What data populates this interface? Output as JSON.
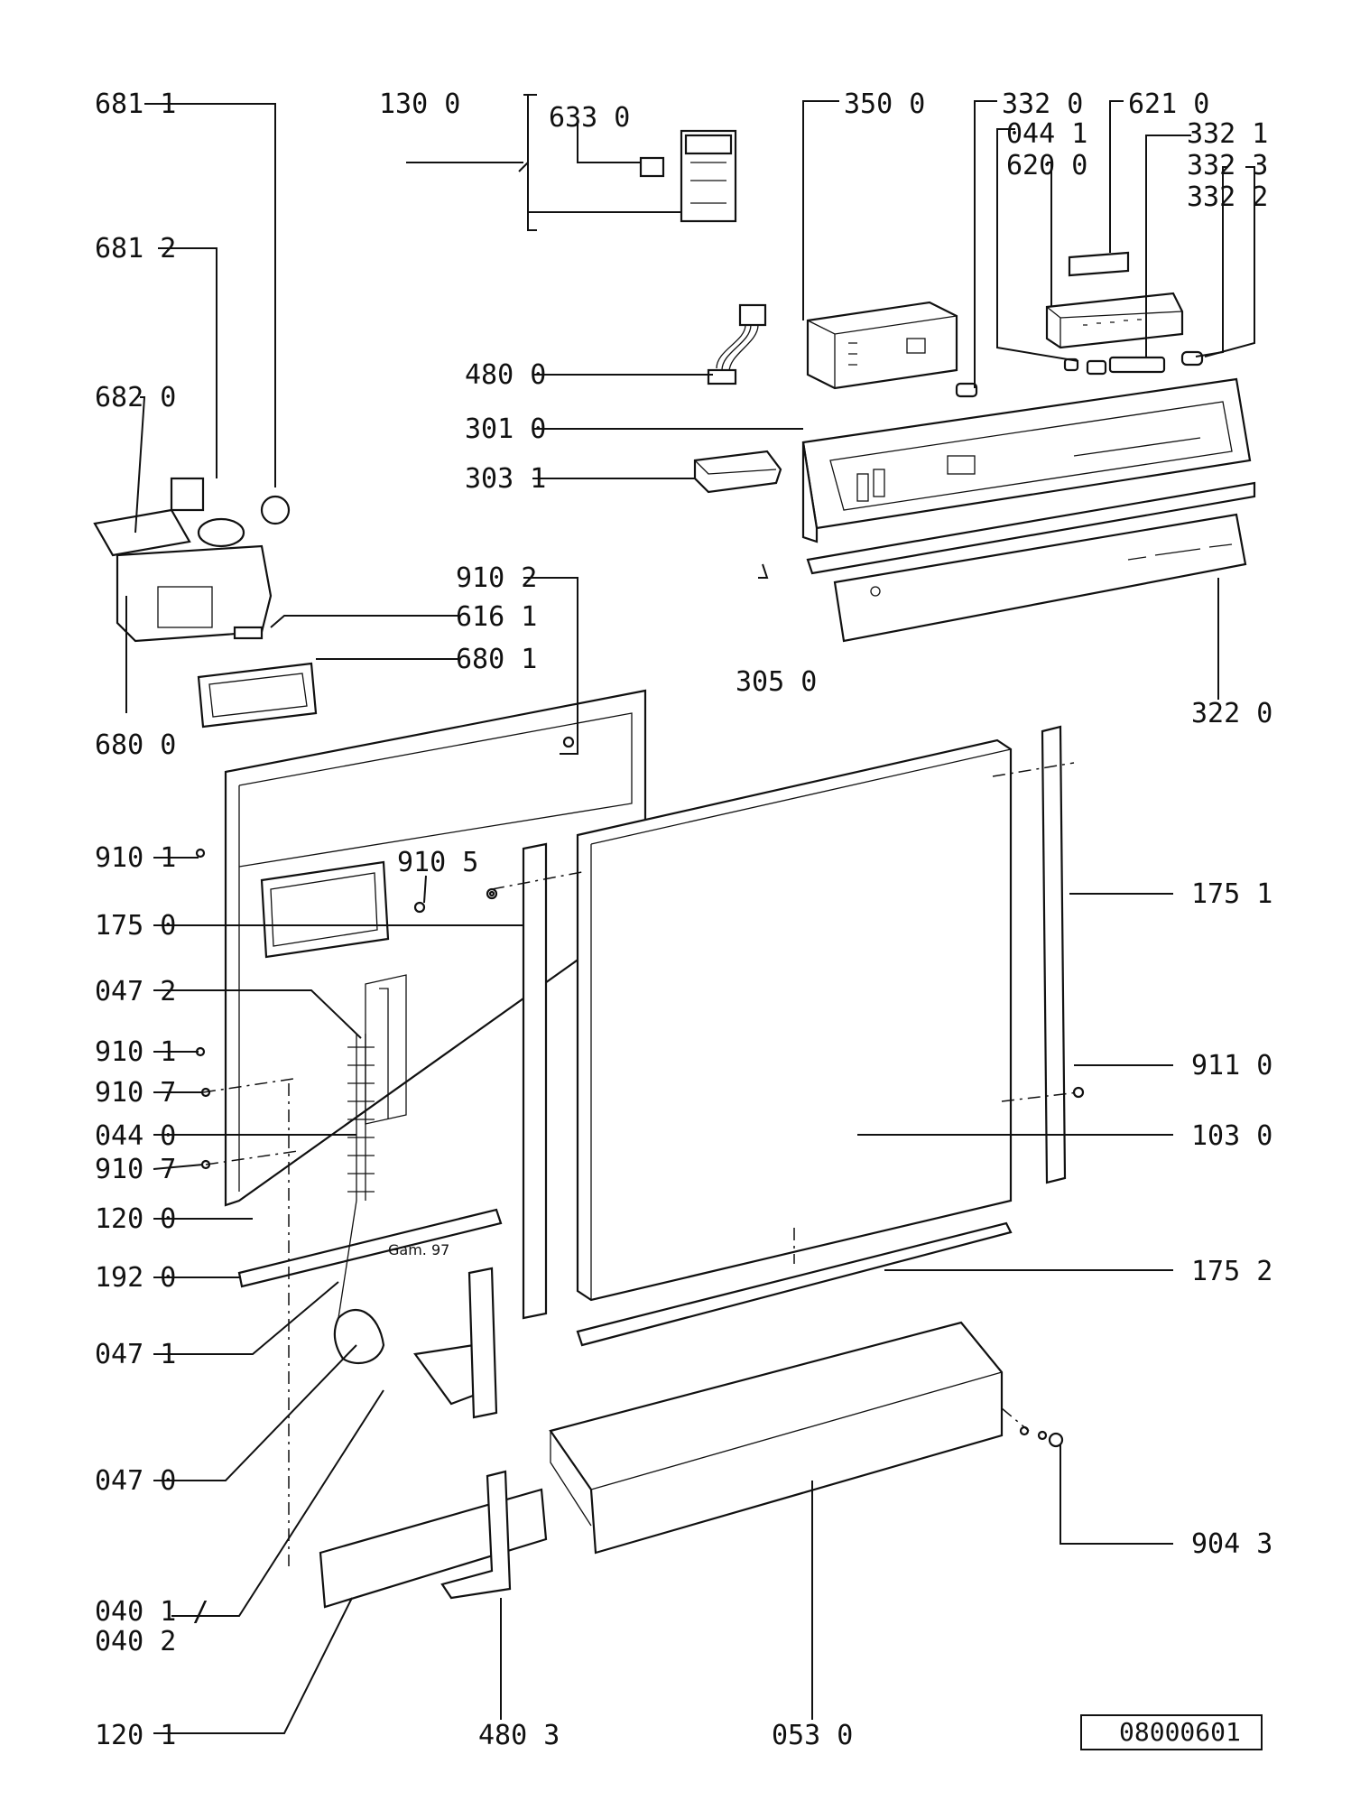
{
  "labels": {
    "l6811": "681 1",
    "l1300": "130 0",
    "l6330": "633 0",
    "l3500": "350 0",
    "l3320": "332 0",
    "l6210": "621 0",
    "l0441": "044 1",
    "l3321": "332 1",
    "l6200": "620 0",
    "l3323": "332 3",
    "l3322": "332 2",
    "l6812": "681 2",
    "l6820": "682 0",
    "l4800": "480 0",
    "l3010": "301 0",
    "l3031": "303 1",
    "l9102": "910 2",
    "l6161": "616 1",
    "l6801": "680 1",
    "l6800": "680 0",
    "l3050": "305 0",
    "l3220": "322 0",
    "l9101a": "910 1",
    "l9105": "910 5",
    "l1750": "175 0",
    "l1751": "175 1",
    "l0472": "047 2",
    "l9101b": "910 1",
    "l9110": "911 0",
    "l9107a": "910 7",
    "l0440": "044 0",
    "l1030": "103 0",
    "l9107b": "910 7",
    "l1200": "120 0",
    "l1920": "192 0",
    "l1752": "175 2",
    "l0471": "047 1",
    "l0470": "047 0",
    "l9043": "904 3",
    "l0401": "040 1 /",
    "l0402": "040 2",
    "l1201": "120 1",
    "l4803": "480 3",
    "l0530": "053 0"
  },
  "stamp_text": "Gam. 97",
  "drawing_code": "08000601"
}
